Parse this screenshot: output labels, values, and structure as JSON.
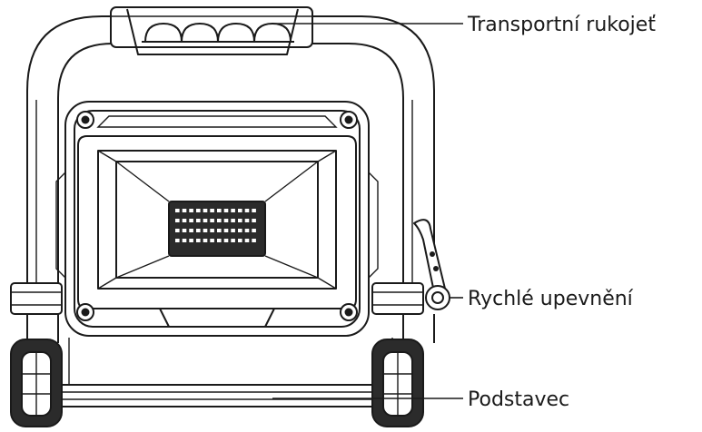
{
  "callouts": {
    "handle": "Transportní rukojeť",
    "quick_fastener": "Rychlé upevnění",
    "stand": "Podstavec"
  },
  "colors": {
    "line": "#1a1a1a",
    "dark_fill": "#2b2b2b",
    "background": "#ffffff"
  }
}
